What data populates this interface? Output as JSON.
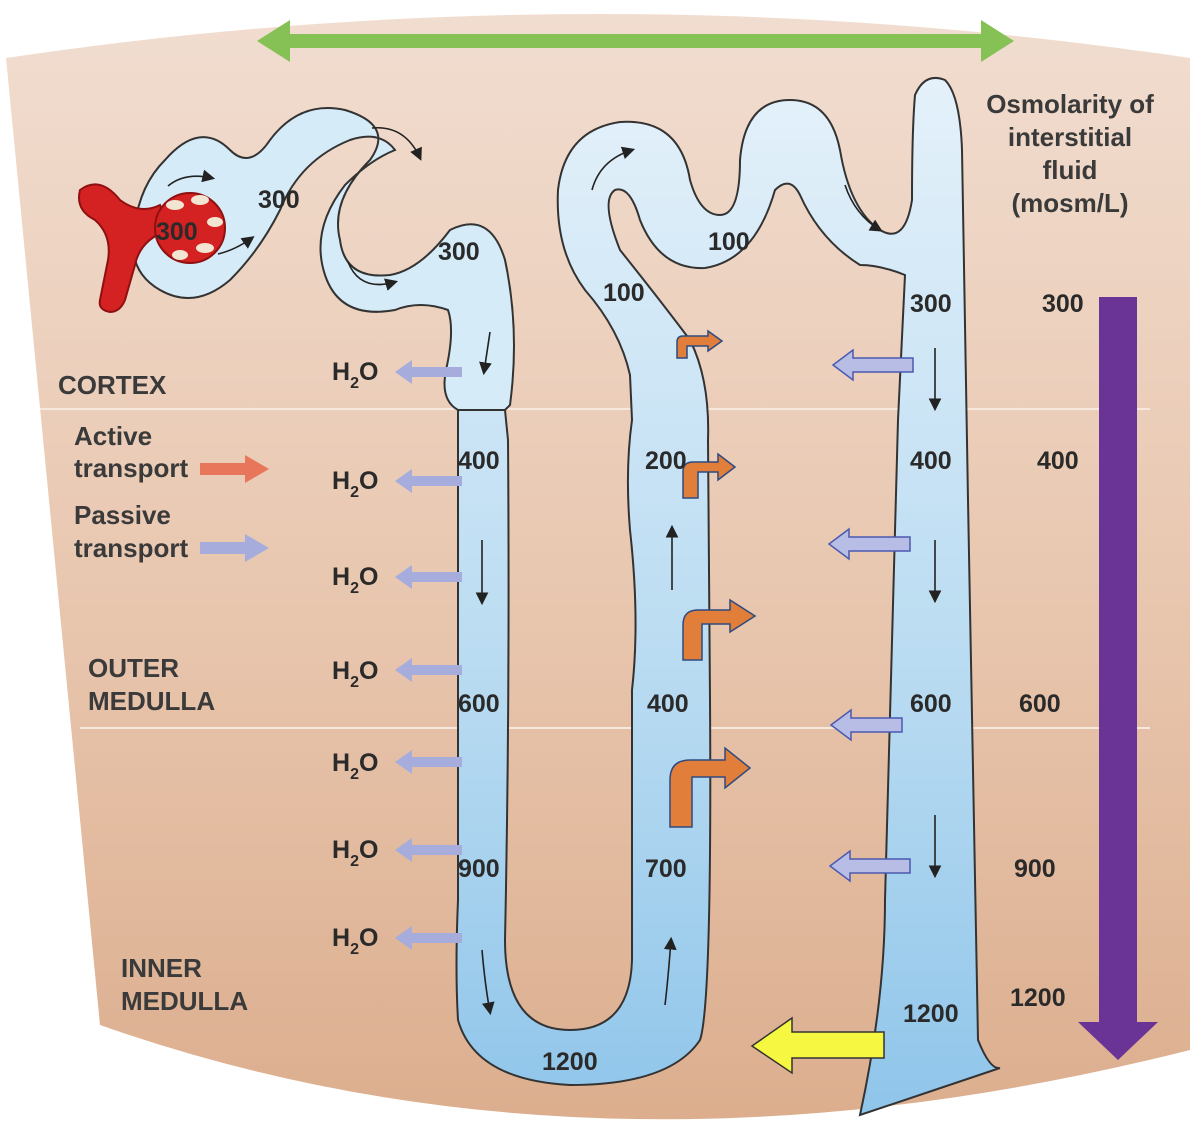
{
  "zones": {
    "cortex": "CORTEX",
    "outer_medulla": [
      "OUTER",
      "MEDULLA"
    ],
    "inner_medulla": [
      "INNER",
      "MEDULLA"
    ]
  },
  "legend": {
    "active": [
      "Active",
      "transport"
    ],
    "passive": [
      "Passive",
      "transport"
    ],
    "active_color": "#e8765a",
    "passive_color": "#a6acdb"
  },
  "axis_title": [
    "Osmolarity of",
    "interstitial",
    "fluid",
    "(mosm/L)"
  ],
  "interstitial_values": [
    "300",
    "400",
    "600",
    "900",
    "1200"
  ],
  "water_label": {
    "main": "H",
    "sub": "2",
    "tail": "O"
  },
  "tubule_values": {
    "glomerulus": "300",
    "pct_1": "300",
    "pct_2": "300",
    "desc_400": "400",
    "desc_600": "600",
    "desc_900": "900",
    "bottom": "1200",
    "asc_700": "700",
    "asc_400": "400",
    "asc_200": "200",
    "asc_top": "100",
    "dct": "100",
    "cd_300": "300",
    "cd_400": "400",
    "cd_600": "600",
    "cd_1200": "1200"
  },
  "colors": {
    "background": "#e9c9b3",
    "tubule": "#cfe6f6",
    "outline": "#333333",
    "blood": "#d42121",
    "top_arrow": "#86c155",
    "gradient_arrow": "#6a3396",
    "yellow_arrow": "#f6f740",
    "orange_arrow": "#e07e3a"
  }
}
